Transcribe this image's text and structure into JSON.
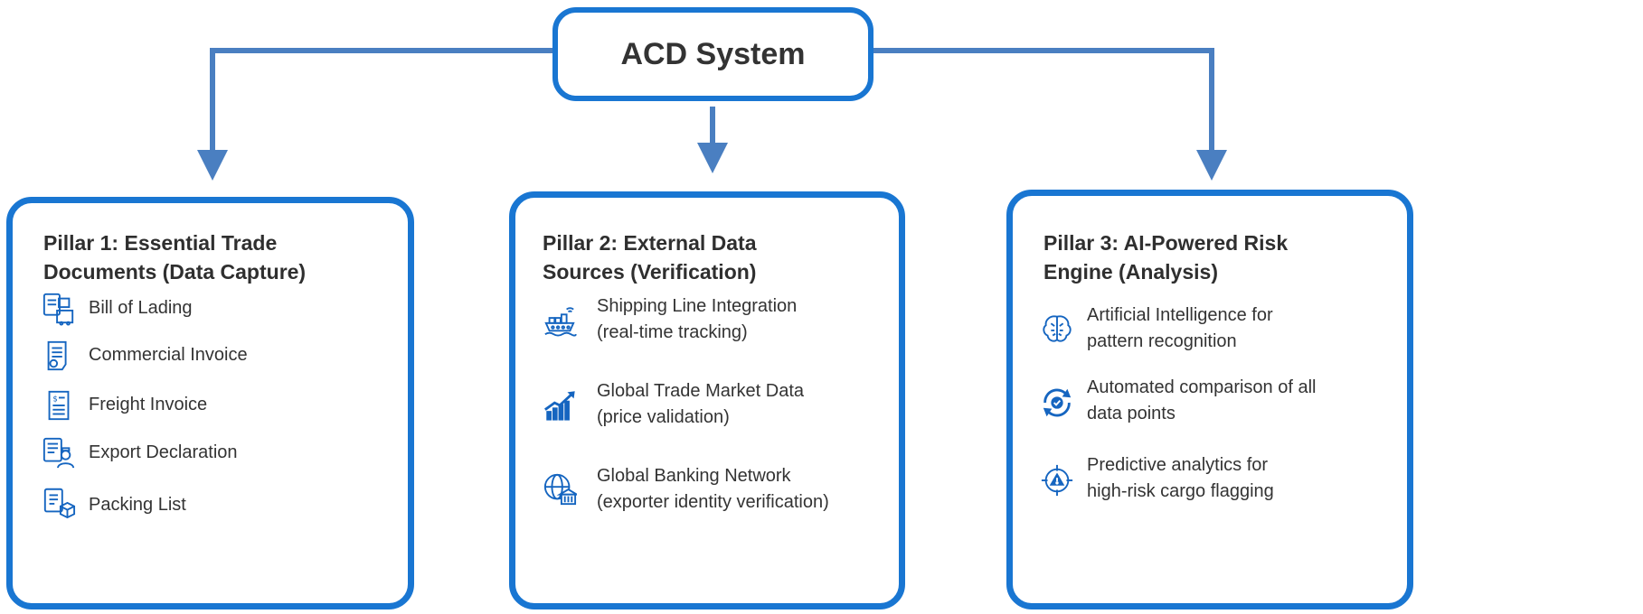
{
  "root": {
    "title": "ACD System"
  },
  "pillars": [
    {
      "title": "Pillar 1: Essential Trade\nDocuments (Data Capture)",
      "items": [
        {
          "label": "Bill of Lading",
          "icon": "bill-of-lading-icon"
        },
        {
          "label": "Commercial Invoice",
          "icon": "commercial-invoice-icon"
        },
        {
          "label": "Freight Invoice",
          "icon": "freight-invoice-icon"
        },
        {
          "label": "Export Declaration",
          "icon": "export-declaration-icon"
        },
        {
          "label": "Packing List",
          "icon": "packing-list-icon"
        }
      ]
    },
    {
      "title": "Pillar 2: External Data\nSources (Verification)",
      "items": [
        {
          "label": "Shipping Line Integration\n(real-time tracking)",
          "icon": "cargo-ship-icon"
        },
        {
          "label": "Global Trade Market Data\n(price validation)",
          "icon": "market-chart-icon"
        },
        {
          "label": "Global Banking Network\n(exporter identity verification)",
          "icon": "global-bank-icon"
        }
      ]
    },
    {
      "title": "Pillar 3: AI-Powered Risk\nEngine (Analysis)",
      "items": [
        {
          "label": "Artificial Intelligence for\npattern recognition",
          "icon": "ai-brain-icon"
        },
        {
          "label": "Automated comparison of all\ndata points",
          "icon": "refresh-check-icon"
        },
        {
          "label": "Predictive analytics for\nhigh-risk cargo flagging",
          "icon": "risk-target-icon"
        }
      ]
    }
  ],
  "colors": {
    "border": "#1976d2",
    "connector": "#4a7fc1",
    "icon": "#1565c0"
  }
}
